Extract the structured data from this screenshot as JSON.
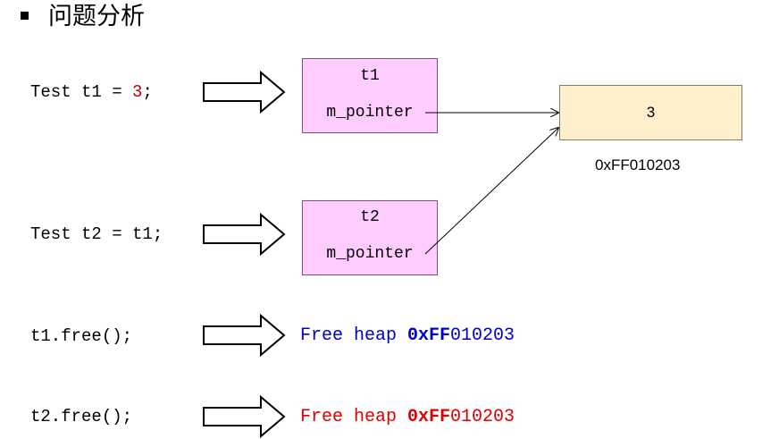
{
  "title": "问题分析",
  "rows": [
    {
      "code_prefix": "Test t1 = ",
      "code_num": "3",
      "code_suffix": ";"
    },
    {
      "code_prefix": "Test t2 = t1;",
      "code_num": "",
      "code_suffix": ""
    },
    {
      "code_prefix": "t1.free();",
      "code_num": "",
      "code_suffix": ""
    },
    {
      "code_prefix": "t2.free();",
      "code_num": "",
      "code_suffix": ""
    }
  ],
  "objects": [
    {
      "name": "t1",
      "field": "m_pointer"
    },
    {
      "name": "t2",
      "field": "m_pointer"
    }
  ],
  "heap": {
    "value": "3",
    "address": "0xFF010203"
  },
  "messages": [
    {
      "text": "Free heap ",
      "addr_bold": "0xFF",
      "addr_rest": "010203",
      "color": "#0000cc"
    },
    {
      "text": "Free heap ",
      "addr_bold": "0xFF",
      "addr_rest": "010203",
      "color": "#e00000"
    }
  ],
  "colors": {
    "object_fill": "#ffccff",
    "heap_fill": "#fff0cc",
    "num": "#c00000"
  }
}
